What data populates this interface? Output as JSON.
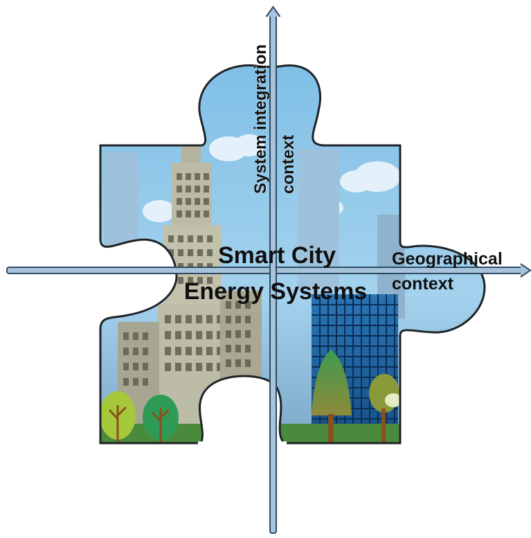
{
  "diagram": {
    "center_label": {
      "line1": "Smart City",
      "line2": "Energy Systems"
    },
    "vertical_axis": {
      "line1": "System integration",
      "line2": "context"
    },
    "horizontal_axis": {
      "line1": "Geographical",
      "line2": "context"
    }
  },
  "colors": {
    "axis_stroke": "#2d4b63",
    "axis_fill": "#a8c4dc",
    "puzzle_outline": "#1e2328",
    "sky": "#8fc6e8",
    "sky_light": "#cfe6f6",
    "building_beige": "#bcbba6",
    "building_dark": "#8f8e79",
    "window_dark": "#676656",
    "glass_building": "#1d63a3",
    "glass_window": "#0b2d55",
    "grass": "#4a8a3c",
    "tree_lime": "#a6c93b",
    "tree_green": "#2f9a55",
    "trunk": "#8b4f1c",
    "text": "#0f0f0f"
  }
}
